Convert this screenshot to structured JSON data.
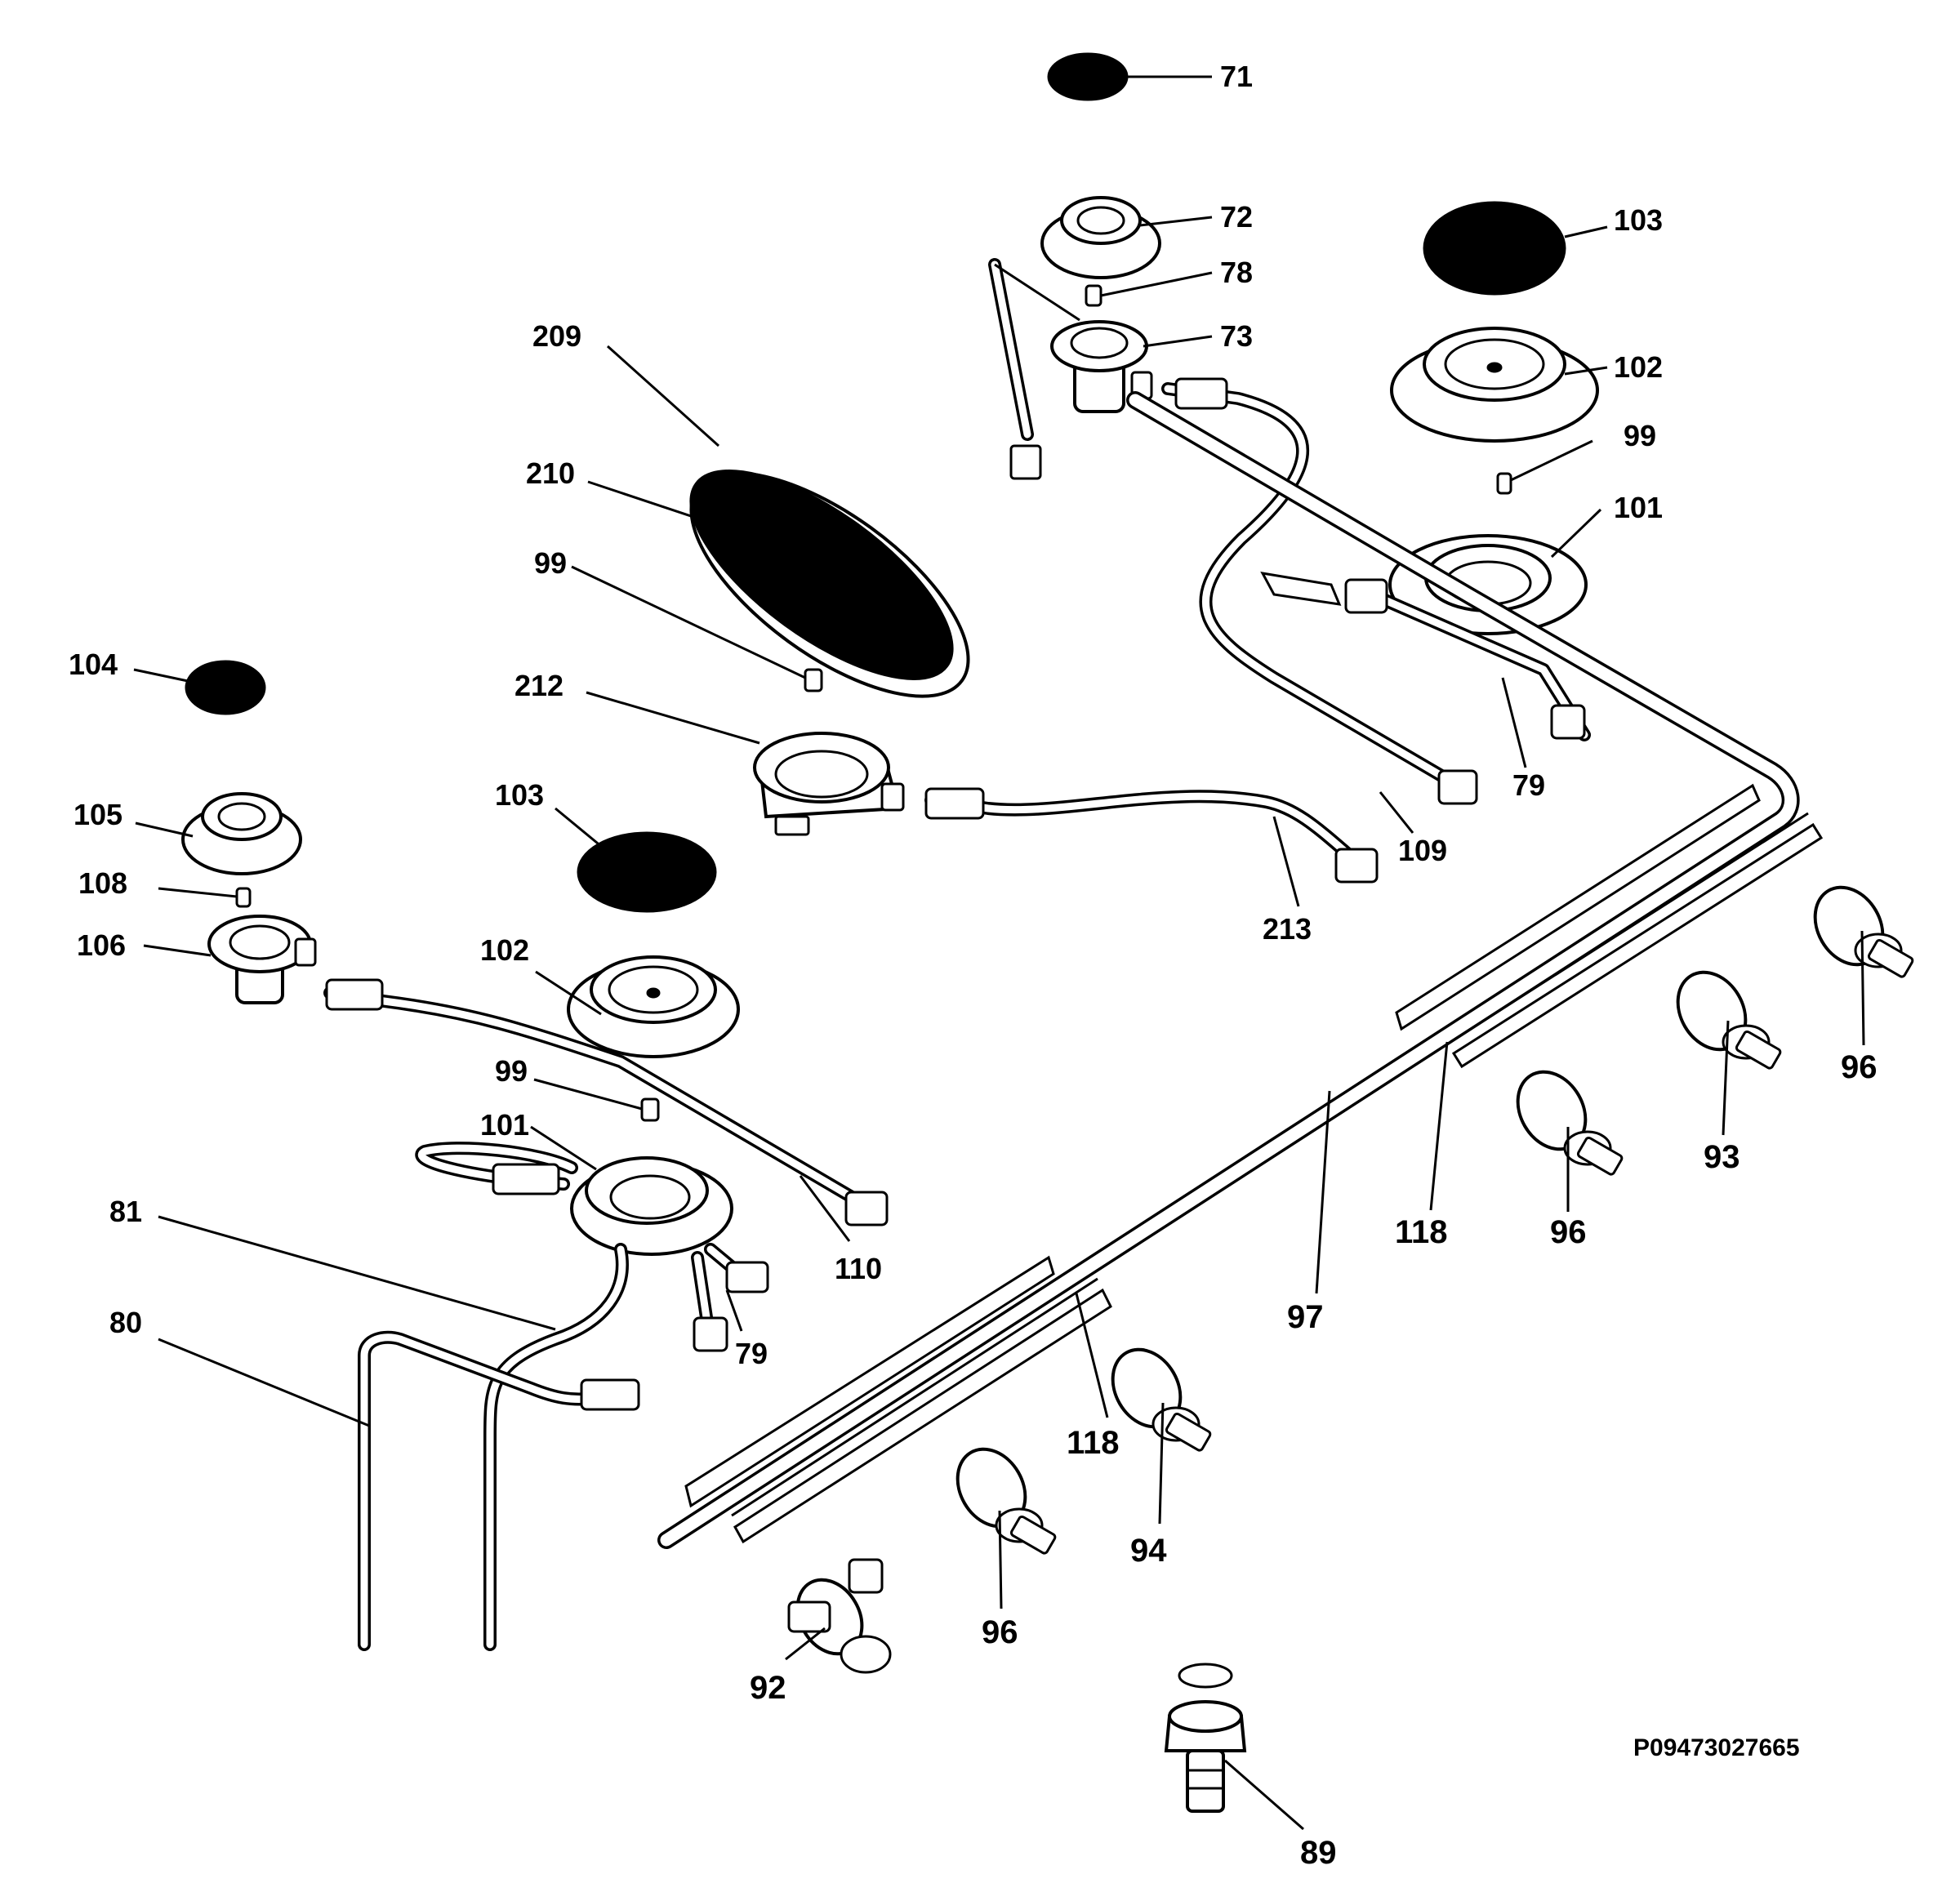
{
  "diagram": {
    "drawing_code": "P09473027665",
    "callouts": [
      {
        "id": "c71",
        "text": "71"
      },
      {
        "id": "c72",
        "text": "72"
      },
      {
        "id": "c78",
        "text": "78"
      },
      {
        "id": "c73",
        "text": "73"
      },
      {
        "id": "c103a",
        "text": "103"
      },
      {
        "id": "c102a",
        "text": "102"
      },
      {
        "id": "c99a",
        "text": "99"
      },
      {
        "id": "c101a",
        "text": "101"
      },
      {
        "id": "c209",
        "text": "209"
      },
      {
        "id": "c210",
        "text": "210"
      },
      {
        "id": "c99b",
        "text": "99"
      },
      {
        "id": "c212",
        "text": "212"
      },
      {
        "id": "c104",
        "text": "104"
      },
      {
        "id": "c105",
        "text": "105"
      },
      {
        "id": "c108",
        "text": "108"
      },
      {
        "id": "c106",
        "text": "106"
      },
      {
        "id": "c103b",
        "text": "103"
      },
      {
        "id": "c102b",
        "text": "102"
      },
      {
        "id": "c99c",
        "text": "99"
      },
      {
        "id": "c101b",
        "text": "101"
      },
      {
        "id": "c110",
        "text": "110"
      },
      {
        "id": "c79a",
        "text": "79"
      },
      {
        "id": "c79b",
        "text": "79"
      },
      {
        "id": "c109",
        "text": "109"
      },
      {
        "id": "c213",
        "text": "213"
      },
      {
        "id": "c81",
        "text": "81"
      },
      {
        "id": "c80",
        "text": "80"
      },
      {
        "id": "c96a",
        "text": "96"
      },
      {
        "id": "c93",
        "text": "93"
      },
      {
        "id": "c96b",
        "text": "96"
      },
      {
        "id": "c118a",
        "text": "118"
      },
      {
        "id": "c97",
        "text": "97"
      },
      {
        "id": "c118b",
        "text": "118"
      },
      {
        "id": "c94",
        "text": "94"
      },
      {
        "id": "c96c",
        "text": "96"
      },
      {
        "id": "c92",
        "text": "92"
      },
      {
        "id": "c89",
        "text": "89"
      }
    ]
  }
}
